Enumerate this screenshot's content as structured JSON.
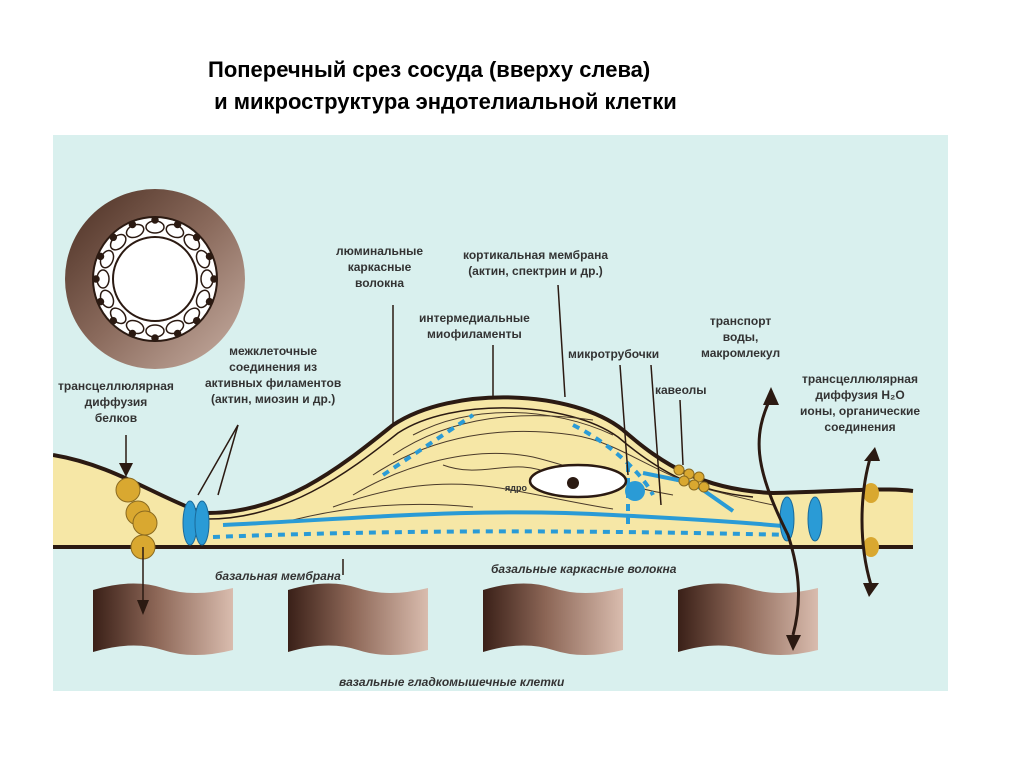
{
  "title": {
    "line1": "Поперечный срез сосуда (вверху слева)",
    "line2": " и микроструктура эндотелиальной клетки"
  },
  "labels": {
    "luminal": [
      "люминальные",
      "каркасные",
      "волокна"
    ],
    "cortical": [
      "кортикальная мембрана",
      "(актин, спектрин и др.)"
    ],
    "intermediate": [
      "интермедиальные",
      "миофиламенты"
    ],
    "microtubules": "микротрубочки",
    "caveolae": "кавеолы",
    "transport": [
      "транспорт",
      "воды,",
      "макромлекул"
    ],
    "junctions": [
      "межклеточные",
      "соединения из",
      "активных филаментов",
      "(актин, миозин и др.)"
    ],
    "transcell_protein": [
      "трансцеллюлярная",
      "диффузия",
      "белков"
    ],
    "transcell_water": [
      "трансцеллюлярная",
      "диффузия Н₂О",
      "ионы, органические",
      "соединения"
    ],
    "nucleus": "ядро",
    "basal_membrane": "базальная мембрана",
    "basal_fibers": "базальные каркасные волокна",
    "smooth_muscle": "вазальные гладкомышечные клетки"
  },
  "colors": {
    "background": "#d9f0ee",
    "cytoplasm": "#f6e7a6",
    "membrane": "#2b1a12",
    "filament_blue": "#2a9bd6",
    "vessel_wall": "#6b4a3c",
    "smooth_muscle_dark": "#3a2018",
    "smooth_muscle_light": "#c9a592",
    "vesicle": "#d9a830"
  }
}
